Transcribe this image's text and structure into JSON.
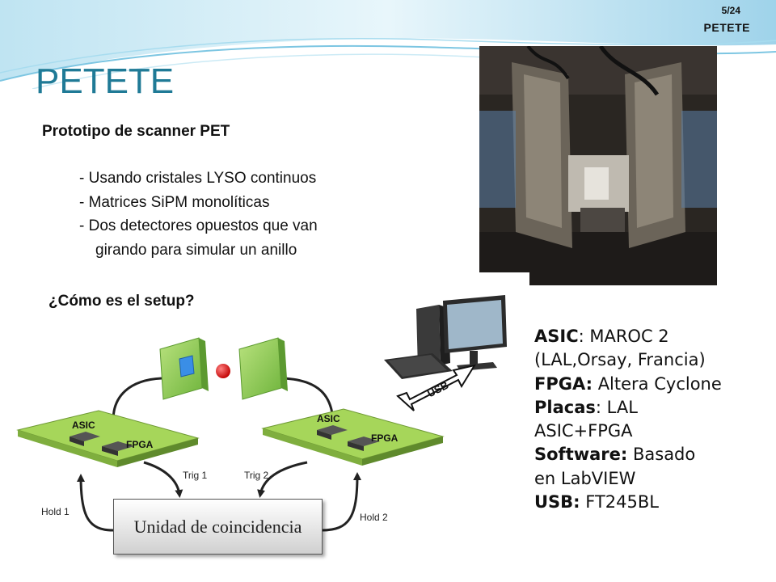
{
  "header": {
    "slide_number": "5/24",
    "section": "PETETE"
  },
  "title": "PETETE",
  "subtitle": "Prototipo de scanner PET",
  "bullets": [
    "- Usando cristales LYSO continuos",
    "- Matrices SiPM monolíticas",
    "- Dos detectores opuestos que van",
    "girando para simular un anillo"
  ],
  "question": "¿Cómo es el setup?",
  "specs": {
    "asic_label": "ASIC",
    "asic_value": ": MAROC 2",
    "asic_origin": "(LAL,Orsay, Francia)",
    "fpga_label": "FPGA:",
    "fpga_value": " Altera Cyclone",
    "placas_label": "Placas",
    "placas_value": ": LAL",
    "placas_value2": "ASIC+FPGA",
    "software_label": "Software:",
    "software_value": " Basado",
    "software_value2": "en LabVIEW",
    "usb_label": "USB:",
    "usb_value": " FT245BL"
  },
  "diagram": {
    "asic_left": "ASIC",
    "fpga_left": "FPGA",
    "asic_right": "ASIC",
    "fpga_right": "FPGA",
    "trig1": "Trig 1",
    "trig2": "Trig 2",
    "hold1": "Hold 1",
    "hold2": "Hold 2",
    "coincidence": "Unidad de coincidencia",
    "usb": "USB"
  },
  "colors": {
    "title": "#1f7a96",
    "board": "#a6d65a",
    "detector": "#8fcf5a",
    "source": "#e02020"
  }
}
